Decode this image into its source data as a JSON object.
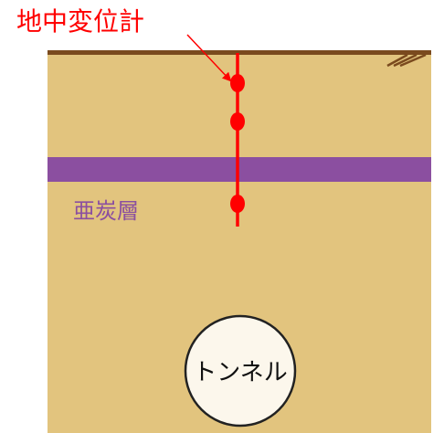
{
  "labels": {
    "instrument": "地中変位計",
    "layer": "亜炭層",
    "tunnel": "トンネル"
  },
  "colors": {
    "soil": "#E2C47E",
    "ground_line": "#7A4A1E",
    "layer": "#8B4FA0",
    "instrument": "#FF0000",
    "label_red": "#FF0000",
    "label_purple": "#8B4FA0",
    "tunnel_fill": "#FCF7EC",
    "tunnel_stroke": "#222222"
  },
  "icons": {
    "ground_hatch": "ground-hatch-icon",
    "leader_arrow": "arrow-icon",
    "sensor_point": "sensor-dot-icon"
  }
}
